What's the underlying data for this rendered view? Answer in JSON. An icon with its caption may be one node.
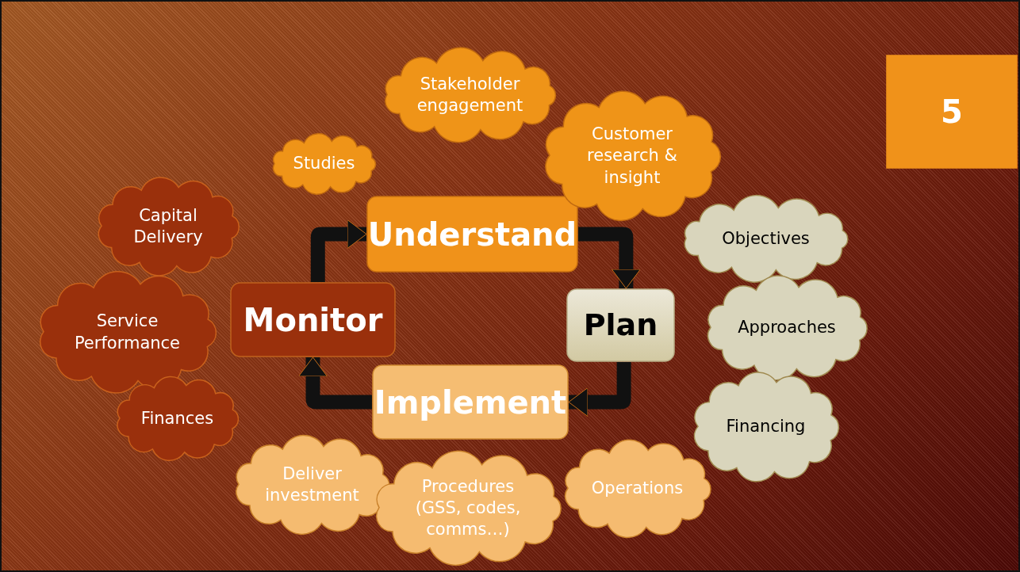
{
  "diagram": {
    "nodes": [
      {
        "text": [
          "Understand"
        ]
      },
      {
        "text": [
          "Plan"
        ]
      },
      {
        "text": [
          "Implement"
        ]
      },
      {
        "text": [
          "Monitor"
        ]
      },
      {
        "text": [
          "Stakeholder engagement"
        ]
      },
      {
        "text": [
          "Studies"
        ]
      },
      {
        "text": [
          "Customer research & insight"
        ]
      },
      {
        "text": [
          "Capital Delivery"
        ]
      },
      {
        "text": [
          "Objectives"
        ]
      },
      {
        "text": [
          "Service Performance"
        ]
      },
      {
        "text": [
          "Approaches"
        ]
      },
      {
        "text": [
          "Finances"
        ]
      },
      {
        "text": [
          "Financing"
        ]
      },
      {
        "text": [
          "Deliver investment"
        ]
      },
      {
        "text": [
          "Procedures (GSS, codes, comms…)"
        ]
      },
      {
        "text": [
          "Operations"
        ]
      },
      {
        "text": [
          "5"
        ]
      }
    ],
    "edges": [
      {
        "from": 0,
        "to": 1,
        "arrow": "to"
      },
      {
        "from": 1,
        "to": 2,
        "arrow": "to"
      },
      {
        "from": 2,
        "to": 3,
        "arrow": "to"
      },
      {
        "from": 3,
        "to": 0,
        "arrow": "to"
      }
    ]
  }
}
